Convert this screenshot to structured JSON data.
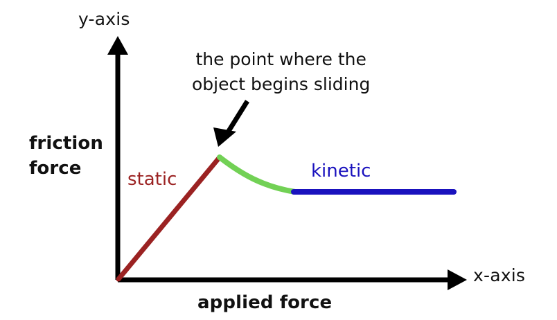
{
  "figure": {
    "background": "#ffffff",
    "axis_color": "#000000"
  },
  "axes": {
    "y_axis_label": "y-axis",
    "x_axis_label": "x-axis",
    "y_quantity_label": "friction\nforce",
    "y_quantity_line1": "friction",
    "y_quantity_line2": "force",
    "x_quantity_label": "applied force"
  },
  "annotation": {
    "line1": "the point where the",
    "line2": "object begins sliding"
  },
  "series_labels": {
    "static": "static",
    "kinetic": "kinetic"
  },
  "colors": {
    "static_red": "#9B2222",
    "transition_green": "#72D155",
    "kinetic_blue": "#1A12BE",
    "axis_black": "#000000",
    "text_black": "#111111"
  },
  "chart_data": {
    "type": "line",
    "title": "",
    "xlabel": "applied force",
    "ylabel": "friction force",
    "x_axis_name": "x-axis",
    "y_axis_name": "y-axis",
    "grid": false,
    "legend": "inline-labels",
    "axis_arrows": true,
    "xlim": [
      0,
      100
    ],
    "ylim": [
      0,
      100
    ],
    "annotations": [
      {
        "text": "the point where the object begins sliding",
        "points_to": "peak",
        "target_x": 29.3,
        "target_y": 50.7
      }
    ],
    "series": [
      {
        "name": "static",
        "color": "#9B2222",
        "label_position": "left-of-line",
        "points": [
          {
            "x": 0.0,
            "y": 0.0
          },
          {
            "x": 29.3,
            "y": 50.7
          }
        ]
      },
      {
        "name": "transition",
        "color": "#72D155",
        "label_position": "none",
        "curve": "concave-decreasing",
        "points": [
          {
            "x": 29.3,
            "y": 50.7
          },
          {
            "x": 36.0,
            "y": 45.0
          },
          {
            "x": 43.0,
            "y": 39.5
          },
          {
            "x": 50.8,
            "y": 37.1
          }
        ]
      },
      {
        "name": "kinetic",
        "color": "#1A12BE",
        "label_position": "above-line",
        "points": [
          {
            "x": 50.8,
            "y": 37.1
          },
          {
            "x": 96.6,
            "y": 37.1
          }
        ]
      }
    ]
  }
}
